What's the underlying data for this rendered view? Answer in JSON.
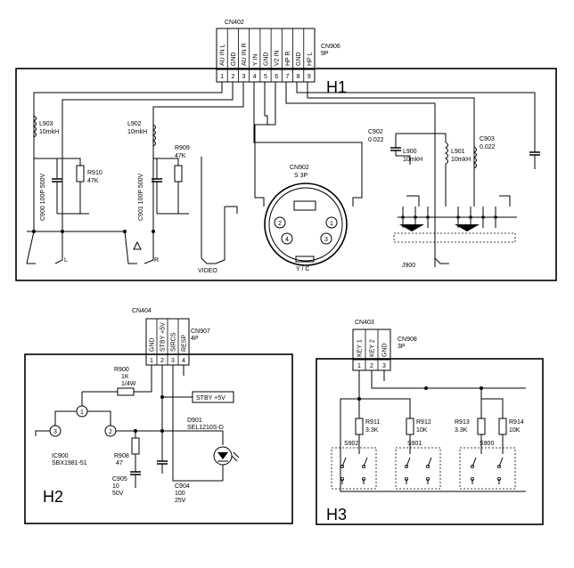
{
  "h1": {
    "section_label": "H1",
    "connector": {
      "ref": "CN402",
      "socket_ref": "CN906",
      "socket_pins": "9P",
      "pin_names": [
        "AU IN L",
        "GND",
        "AU IN R",
        "Y IN",
        "GND",
        "V2 IN",
        "HP R",
        "GND",
        "HP L"
      ],
      "pin_numbers": [
        "1",
        "2",
        "3",
        "4",
        "5",
        "6",
        "7",
        "8",
        "9"
      ]
    },
    "l903": {
      "ref": "L903",
      "value": "10mkH"
    },
    "l902": {
      "ref": "L902",
      "value": "10mkH"
    },
    "r910": {
      "ref": "R910",
      "value": "47K"
    },
    "r909": {
      "ref": "R909",
      "value": "47K"
    },
    "c900": {
      "label": "C900 100P 500V"
    },
    "c901": {
      "label": "C901 100P 500V"
    },
    "jack_l": "L",
    "jack_r": "R",
    "video": "VIDEO",
    "cn902": {
      "ref": "CN902",
      "type": "S 3P",
      "pins": [
        "2",
        "1",
        "4",
        "3"
      ],
      "label": "Y / C"
    },
    "c902": {
      "ref": "C902",
      "value": "0.022"
    },
    "c903": {
      "ref": "C903",
      "value": "0.022"
    },
    "l900": {
      "ref": "L900",
      "value": "10mkH"
    },
    "l901": {
      "ref": "L901",
      "value": "10mkH"
    },
    "j900": "J900"
  },
  "h2": {
    "section_label": "H2",
    "connector": {
      "ref": "CN404",
      "socket_ref": "CN907",
      "socket_pins": "4P",
      "pin_names": [
        "GND",
        "STBY +5V",
        "SIRCS",
        "RESP"
      ],
      "pin_numbers": [
        "1",
        "2",
        "3",
        "4"
      ]
    },
    "r900": {
      "ref": "R900",
      "value": "1K",
      "power": "1/4W"
    },
    "stby_box": "STBY +5V",
    "d901": {
      "ref": "D901",
      "part": "SEL1210S-D"
    },
    "ic900": {
      "ref": "IC900",
      "part": "SBX1981-51",
      "pins": [
        "1",
        "2",
        "3"
      ]
    },
    "r908": {
      "ref": "R908",
      "value": "47"
    },
    "c905": {
      "ref": "C905",
      "value": "10",
      "voltage": "50V"
    },
    "c904": {
      "ref": "C904",
      "value": "100",
      "voltage": "25V"
    }
  },
  "h3": {
    "section_label": "H3",
    "connector": {
      "ref": "CN403",
      "socket_ref": "CN908",
      "socket_pins": "3P",
      "pin_names": [
        "KEY 1",
        "KEY 2",
        "GND"
      ],
      "pin_numbers": [
        "1",
        "2",
        "3"
      ]
    },
    "r911": {
      "ref": "R911",
      "value": "3.3K"
    },
    "r912": {
      "ref": "R912",
      "value": "10K"
    },
    "r913": {
      "ref": "R913",
      "value": "3.3K"
    },
    "r914": {
      "ref": "R914",
      "value": "10K"
    },
    "s902": "S902",
    "s901": "S901",
    "s900": "S900"
  }
}
